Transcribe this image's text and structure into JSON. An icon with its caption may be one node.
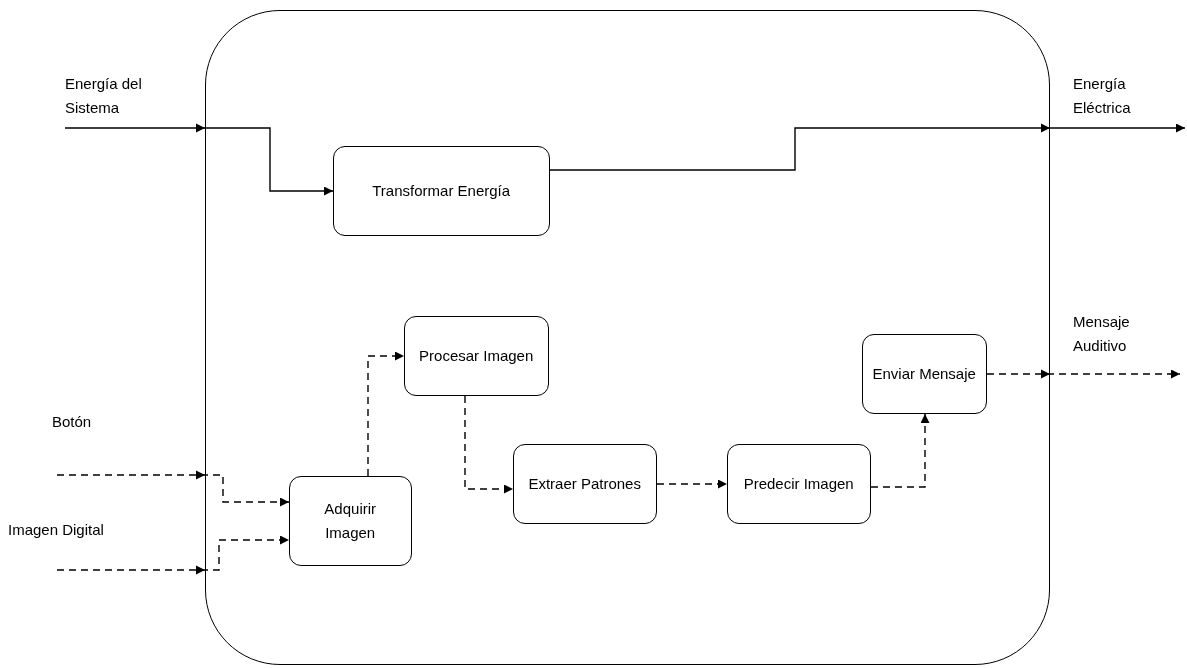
{
  "diagram": {
    "nodes": [
      {
        "text": [],
        "shape": "box"
      },
      {
        "text": [
          "Energía del Sistema"
        ]
      },
      {
        "text": [
          "Transformar Energía"
        ],
        "in": 0
      },
      {
        "text": [
          "Energía Eléctrica"
        ]
      },
      {
        "text": [
          "Botón"
        ]
      },
      {
        "text": [
          "Imagen Digital"
        ]
      },
      {
        "text": [
          "Adquirir Imagen"
        ],
        "in": 0
      },
      {
        "text": [
          "Procesar Imagen"
        ],
        "in": 0
      },
      {
        "text": [
          "Extraer Patrones"
        ],
        "in": 0
      },
      {
        "text": [
          "Predecir Imagen"
        ],
        "in": 0
      },
      {
        "text": [
          "Enviar Mensaje"
        ],
        "in": 0
      },
      {
        "text": [
          "Mensaje Auditivo"
        ]
      }
    ],
    "edges": [
      {
        "from": 1,
        "to": 2,
        "arrow": "to"
      },
      {
        "from": 2,
        "to": 3,
        "arrow": "to"
      },
      {
        "from": 4,
        "to": 6,
        "arrow": "to",
        "style": "dashed"
      },
      {
        "from": 5,
        "to": 6,
        "arrow": "to",
        "style": "dashed"
      },
      {
        "from": 6,
        "to": 7,
        "arrow": "to",
        "style": "dashed"
      },
      {
        "from": 7,
        "to": 8,
        "arrow": "to",
        "style": "dashed"
      },
      {
        "from": 8,
        "to": 9,
        "arrow": "to",
        "style": "dashed"
      },
      {
        "from": 9,
        "to": 10,
        "arrow": "to",
        "style": "dashed"
      },
      {
        "from": 10,
        "to": 11,
        "arrow": "to",
        "style": "dashed"
      }
    ]
  }
}
